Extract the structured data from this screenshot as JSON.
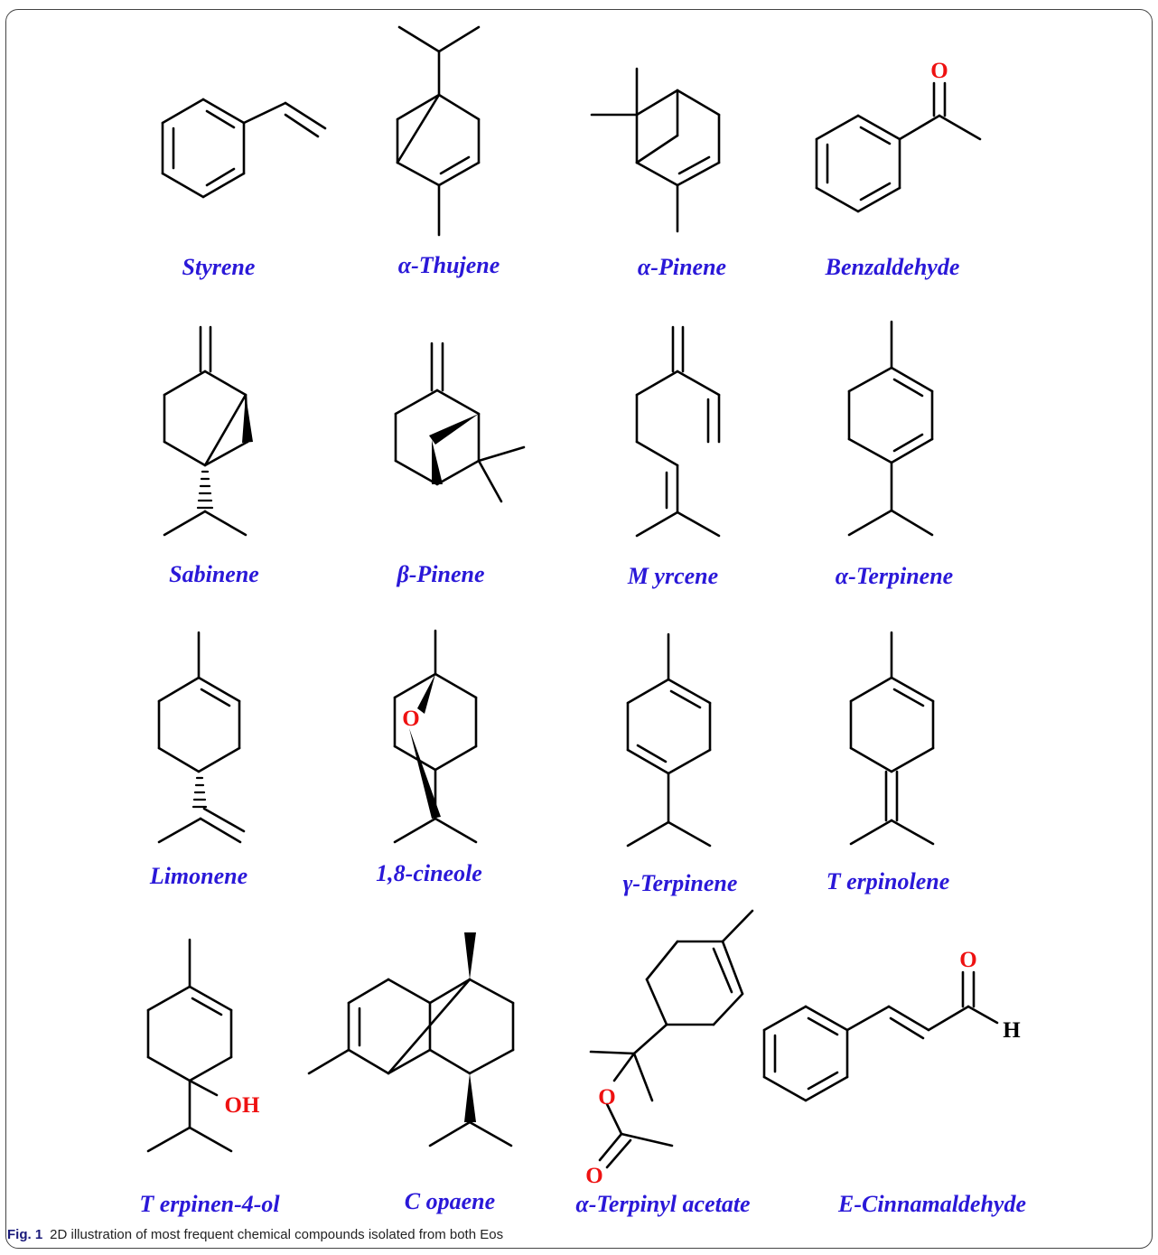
{
  "figure": {
    "caption_label": "Fig. 1",
    "caption_text": "2D illustration of most frequent chemical compounds isolated from both Eos",
    "label_color": "#2a18d8",
    "heteroatom_color": "#ee1111",
    "compounds": [
      {
        "name": "Styrene"
      },
      {
        "name": "α-Thujene"
      },
      {
        "name": "α-Pinene"
      },
      {
        "name": "Benzaldehyde",
        "atoms": [
          "O"
        ]
      },
      {
        "name": "Sabinene"
      },
      {
        "name": "β-Pinene"
      },
      {
        "name": "M yrcene"
      },
      {
        "name": "α-Terpinene"
      },
      {
        "name": "Limonene"
      },
      {
        "name": "1,8-cineole",
        "atoms": [
          "O"
        ]
      },
      {
        "name": "γ-Terpinene"
      },
      {
        "name": "T erpinolene"
      },
      {
        "name": "T erpinen-4-ol",
        "atoms": [
          "OH"
        ]
      },
      {
        "name": "C opaene"
      },
      {
        "name": "α-Terpinyl  acetate",
        "atoms": [
          "O",
          "O"
        ]
      },
      {
        "name": "E-Cinnamaldehyde",
        "atoms": [
          "O",
          "H"
        ]
      }
    ]
  }
}
